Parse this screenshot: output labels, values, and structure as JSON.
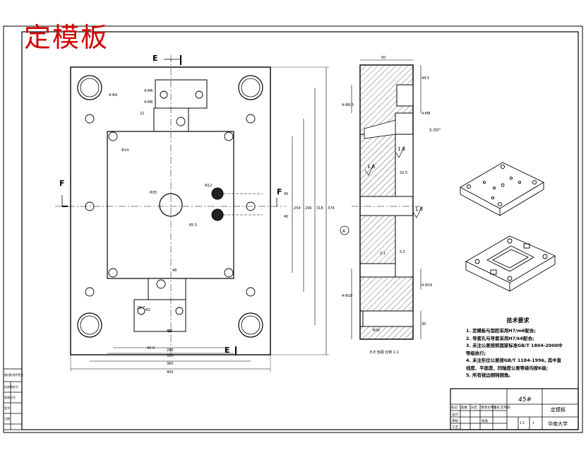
{
  "title": "定模板",
  "sections": {
    "label_e": "E",
    "label_f": "F",
    "label_a": "A"
  },
  "front_view": {
    "hole_labels": [
      "4-Φ4",
      "4-M6",
      "4-M6",
      "Φ14",
      "Φ35",
      "Φ12",
      "Φ2",
      "Φ6"
    ],
    "width_dims": [
      "400",
      "360",
      "320",
      "280"
    ],
    "height_dims": [
      "374",
      "318",
      "296",
      "254",
      "45",
      "40"
    ],
    "inner_dims": [
      "85.5",
      "48",
      "22",
      "28.7",
      "17",
      "40.0"
    ]
  },
  "section_view": {
    "caption": "E-E 剖视 比例 1:1",
    "dims": [
      "50",
      "44.5",
      "4-Φ8.5",
      "4-M8",
      "4-Φ18",
      "4-Φ16",
      "32.5",
      "5.5",
      "3.1",
      "30",
      "Φ30"
    ],
    "roughness": [
      "1.6",
      "1.6",
      "1.6"
    ],
    "angle": "5.00°"
  },
  "tech_requirements": {
    "heading": "技术要求",
    "items": [
      "1. 定模板与型腔采用H7/m6配合;",
      "2. 导套孔与导套采用H7/k6配合;",
      "3. 未注公差按照国家标准GB/T 1804-2000中",
      "   等级执行;",
      "4. 未注形位公差按GB/T 1184-1996, 其中直",
      "   线度、平面度、同轴度公差等级均按K级;",
      "5. 所有锐边倒钝倒角。"
    ]
  },
  "title_block": {
    "material": "45#",
    "part_name": "定模板",
    "school": "华南大学",
    "scale": "1:1",
    "sheets": "1",
    "header_cells": [
      "标记",
      "处数",
      "分区",
      "更改文件号",
      "签名",
      "年月日"
    ],
    "rows": [
      "设计",
      "审核",
      "工艺",
      "批准"
    ]
  },
  "left_strip": {
    "cells": [
      "借(通)用件登记",
      "旧底图总号",
      "底图总号",
      "签字",
      "日期"
    ]
  }
}
